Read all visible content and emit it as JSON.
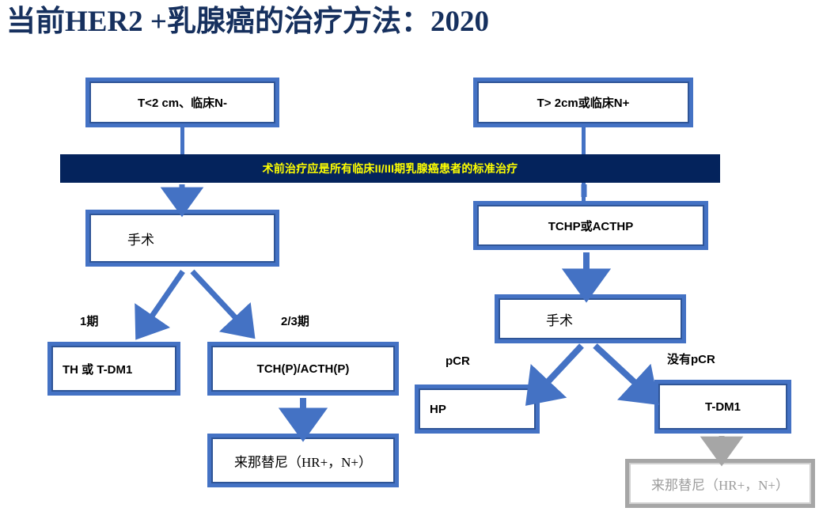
{
  "page": {
    "title": "当前HER2 +乳腺癌的治疗方法：2020",
    "title_color": "#16305E",
    "background": "#FFFFFF"
  },
  "palette": {
    "box_border_blue": "#4472C4",
    "box_inner_rule": "#2F5597",
    "banner_navy": "#04235C",
    "banner_text_yellow": "#FFFF00",
    "arrow_blue": "#4472C4",
    "muted_grey": "#A6A6A6",
    "muted_text": "#9C9C9C"
  },
  "banner": {
    "text": "术前治疗应是所有临床II/III期乳腺癌患者的标准治疗"
  },
  "left_branch": {
    "entry_box": "T<2 cm、临床N-",
    "surgery_box": "手术",
    "stage1_label": "1期",
    "stage23_label": "2/3期",
    "stage1_box": "TH 或 T-DM1",
    "stage23_box": "TCH(P)/ACTH(P)",
    "neratinib_box": "来那替尼（HR+，N+）"
  },
  "right_branch": {
    "entry_box": "T> 2cm或临床N+",
    "chemo_box": "TCHP或ACTHP",
    "surgery_box": "手术",
    "pcr_label": "pCR",
    "no_pcr_label": "没有pCR",
    "pcr_box": "HP",
    "no_pcr_box": "T-DM1",
    "neratinib_box_muted": "来那替尼（HR+，N+）"
  }
}
